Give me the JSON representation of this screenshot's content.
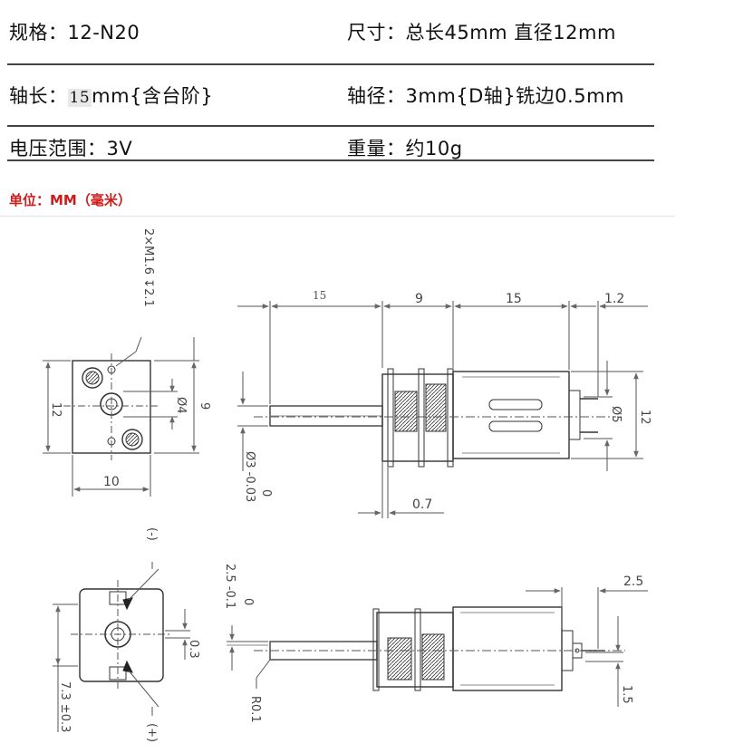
{
  "specs": {
    "spec_label": "规格：",
    "spec_value": "12-N20",
    "size_label": "尺寸：",
    "size_value": "总长45mm 直径12mm",
    "shaft_len_label": "轴长：",
    "shaft_len_num": "15",
    "shaft_len_value": "mm{含台阶}",
    "shaft_dia_label": "轴径：",
    "shaft_dia_value": "3mm{D轴}铣边0.5mm",
    "voltage_label": "电压范围：",
    "voltage_value": "3V",
    "weight_label": "重量：",
    "weight_value": "约10g"
  },
  "unit_label": "单位：MM（毫米）",
  "dims": {
    "screw": "2×M1.6 ↧2.1",
    "top_15": "15",
    "top_9": "9",
    "top_15b": "15",
    "top_1_2": "1.2",
    "left_12": "12",
    "phi4": "Ø4",
    "dim_9": "9",
    "width_10": "10",
    "shaft_dia_a": "Ø3 -0.03",
    "shaft_dia_b": "0",
    "dim_0_7": "0.7",
    "phi5": "Ø5",
    "right_12": "12",
    "minus": "(-)",
    "plus": "(+)",
    "dim_0_3": "0.3",
    "dim_7_3": "7.3 ±0.3",
    "dim_2_5_a": "2.5 -0.1",
    "dim_2_5_b": "0",
    "r01": "R0.1",
    "dim_2_5": "2.5",
    "dim_1_5": "1.5"
  }
}
